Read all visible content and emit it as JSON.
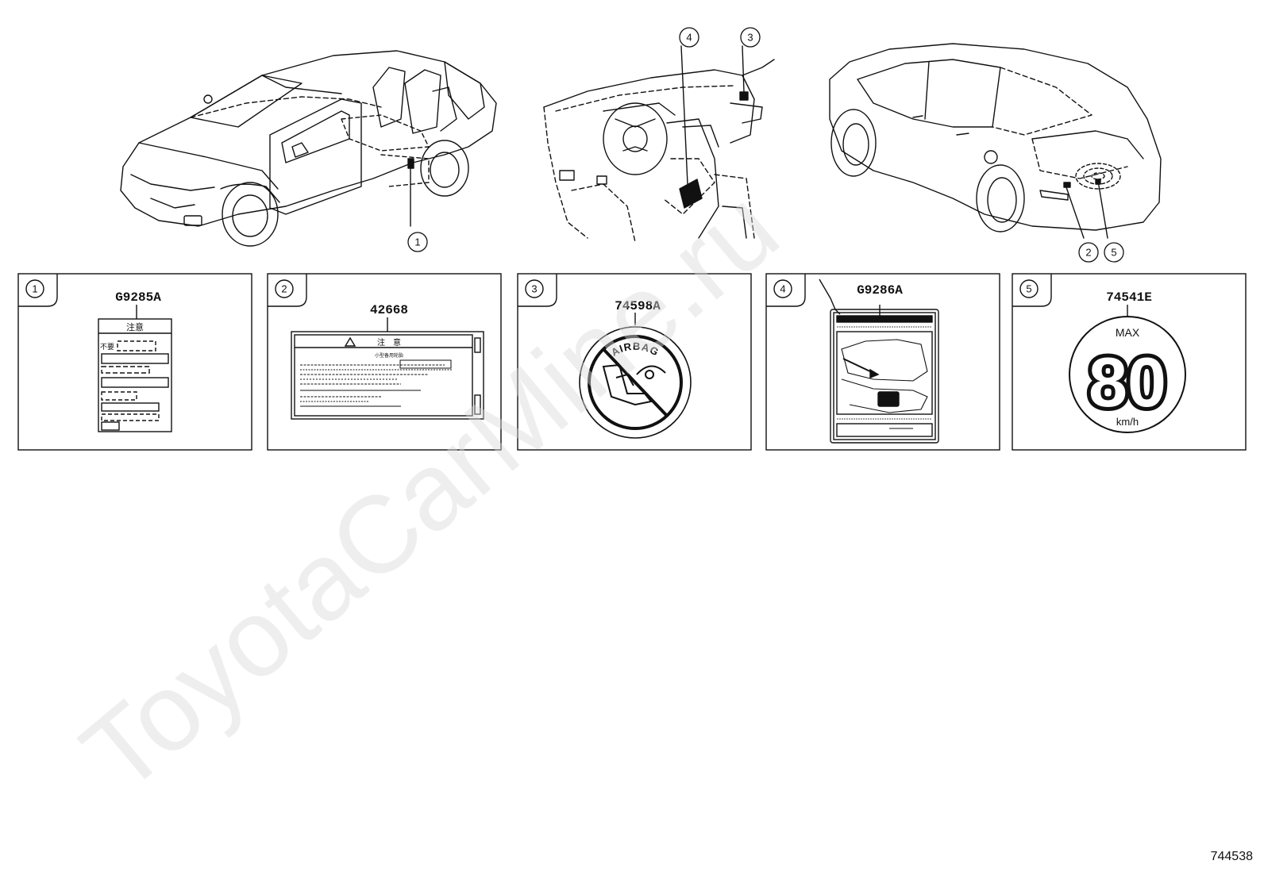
{
  "watermark": "ToyotaCarMine.ru",
  "diagram_ref": "744538",
  "callouts": {
    "c1": "1",
    "c2": "2",
    "c3": "3",
    "c4": "4",
    "c5": "5"
  },
  "labels": [
    {
      "no": "1",
      "part_number": "G9285A",
      "caption_title": "注意",
      "caption_line": "不要"
    },
    {
      "no": "2",
      "part_number": "42668",
      "caption_title": "注　意",
      "caption_line": "小型备用轮胎"
    },
    {
      "no": "3",
      "part_number": "74598A",
      "caption_word": "AIRBAG"
    },
    {
      "no": "4",
      "part_number": "G9286A"
    },
    {
      "no": "5",
      "part_number": "74541E",
      "top_text": "MAX",
      "value": "80",
      "unit": "km/h"
    }
  ]
}
